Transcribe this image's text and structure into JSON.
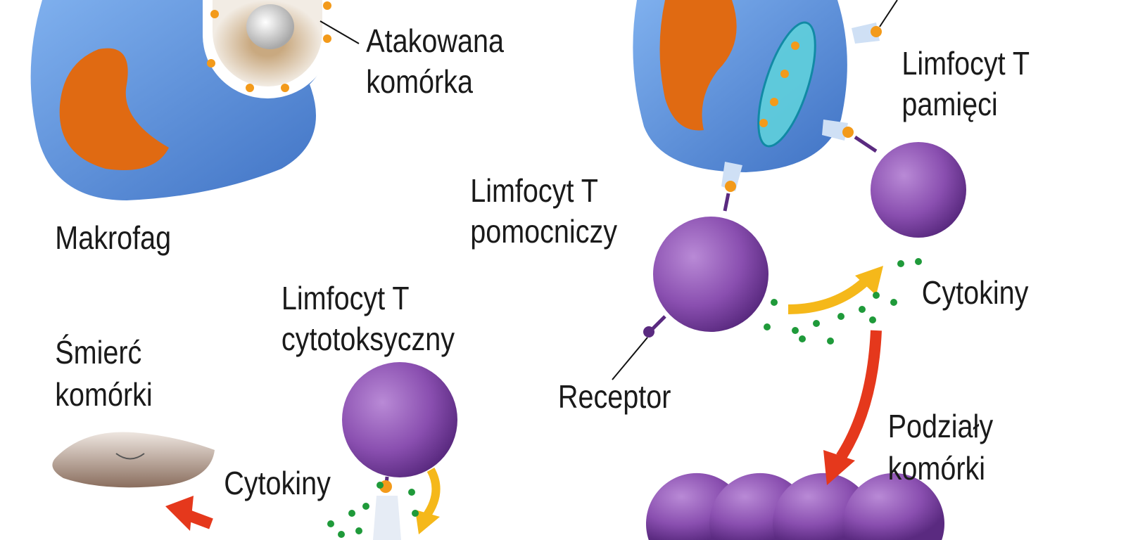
{
  "colors": {
    "cell_blue": "#4f86d6",
    "nucleus": "#e06a12",
    "lymphocyte": "#8a4fb0",
    "arrow_red": "#e5381c",
    "arrow_yellow": "#f5b81a",
    "cytokine_green": "#1f9a3a"
  },
  "labels": {
    "attacked_cell": [
      "Atakowana",
      "komórka"
    ],
    "memory_t": [
      "Limfocyt T",
      "pamięci"
    ],
    "macrophage": "Makrofag",
    "helper_t": [
      "Limfocyt T",
      "pomocniczy"
    ],
    "cytokines_right": "Cytokiny",
    "cytotoxic_t": [
      "Limfocyt T",
      "cytotoksyczny"
    ],
    "cell_death": [
      "Śmierć",
      "komórki"
    ],
    "receptor": "Receptor",
    "cell_division": [
      "Podziały",
      "komórki"
    ],
    "cytokines_left": "Cytokiny"
  }
}
